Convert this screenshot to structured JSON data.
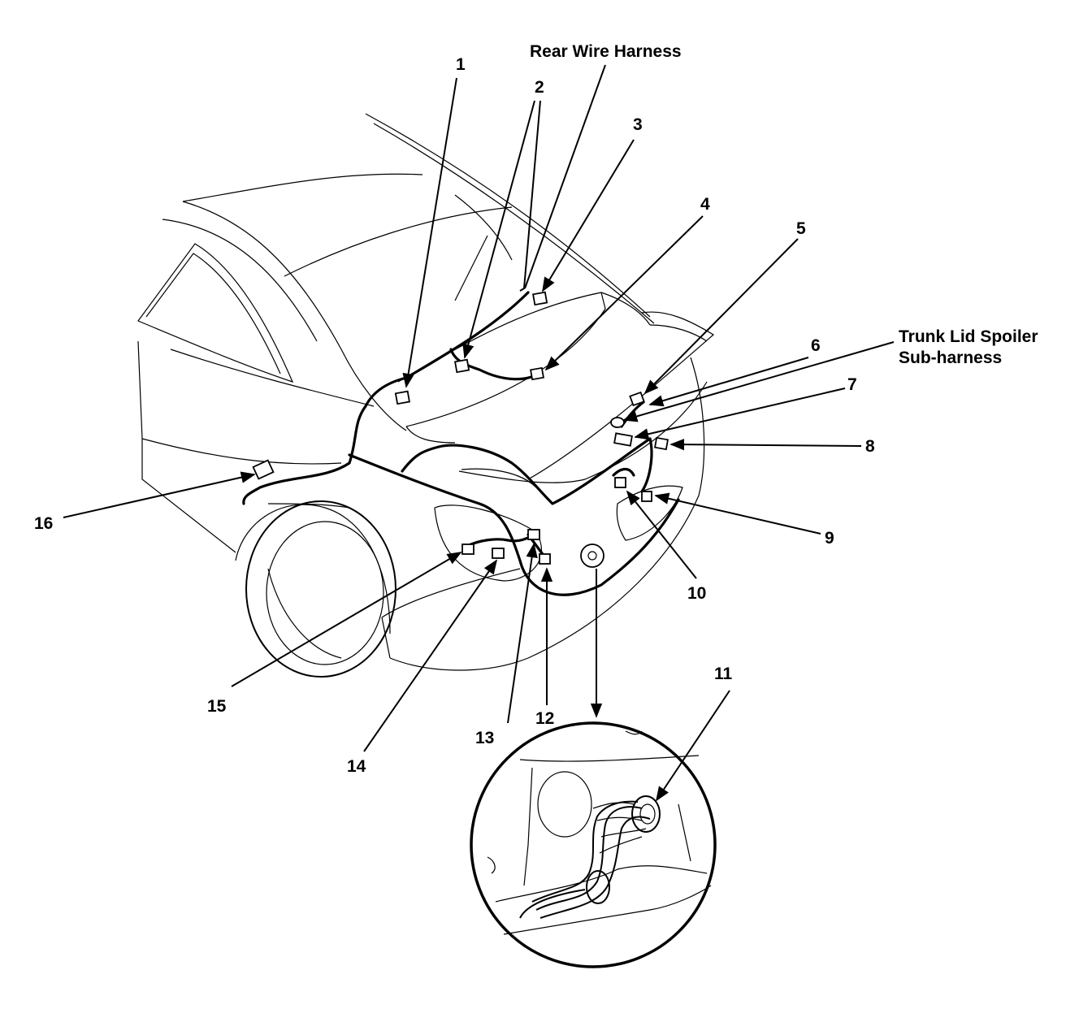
{
  "harness_labels": {
    "rear_wire_harness": "Rear Wire Harness",
    "trunk_lid_spoiler_line1": "Trunk Lid Spoiler",
    "trunk_lid_spoiler_line2": "Sub-harness"
  },
  "callouts": {
    "c1": "1",
    "c2": "2",
    "c3": "3",
    "c4": "4",
    "c5": "5",
    "c6": "6",
    "c7": "7",
    "c8": "8",
    "c9": "9",
    "c10": "10",
    "c11": "11",
    "c12": "12",
    "c13": "13",
    "c14": "14",
    "c15": "15",
    "c16": "16"
  }
}
